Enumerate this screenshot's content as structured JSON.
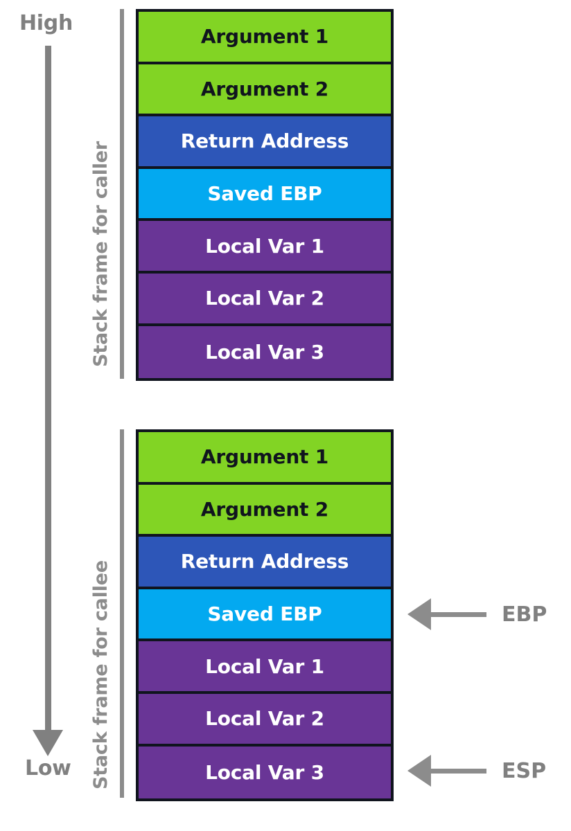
{
  "memory_axis": {
    "high_label": "High",
    "low_label": "Low",
    "direction": "downward",
    "arrow_icon": "down-arrow-icon",
    "color": "#808080"
  },
  "frames": [
    {
      "id": "caller",
      "title": "Stack frame for caller",
      "slots": [
        {
          "label": "Argument 1",
          "color": "#82D424",
          "kind": "argument"
        },
        {
          "label": "Argument 2",
          "color": "#82D424",
          "kind": "argument"
        },
        {
          "label": "Return Address",
          "color": "#2D56B8",
          "kind": "return-address"
        },
        {
          "label": "Saved EBP",
          "color": "#03A9F0",
          "kind": "saved-ebp"
        },
        {
          "label": "Local Var 1",
          "color": "#693596",
          "kind": "local"
        },
        {
          "label": "Local Var 2",
          "color": "#693596",
          "kind": "local"
        },
        {
          "label": "Local Var 3",
          "color": "#693596",
          "kind": "local"
        }
      ]
    },
    {
      "id": "callee",
      "title": "Stack frame for callee",
      "slots": [
        {
          "label": "Argument 1",
          "color": "#82D424",
          "kind": "argument"
        },
        {
          "label": "Argument 2",
          "color": "#82D424",
          "kind": "argument"
        },
        {
          "label": "Return Address",
          "color": "#2D56B8",
          "kind": "return-address"
        },
        {
          "label": "Saved EBP",
          "color": "#03A9F0",
          "kind": "saved-ebp"
        },
        {
          "label": "Local Var 1",
          "color": "#693596",
          "kind": "local"
        },
        {
          "label": "Local Var 2",
          "color": "#693596",
          "kind": "local"
        },
        {
          "label": "Local Var 3",
          "color": "#693596",
          "kind": "local"
        }
      ]
    }
  ],
  "pointers": [
    {
      "label": "EBP",
      "points_to": "Saved EBP",
      "frame": "callee",
      "color": "#808080"
    },
    {
      "label": "ESP",
      "points_to": "Local Var 3",
      "frame": "callee",
      "color": "#808080"
    }
  ],
  "palette": {
    "argument": "#82D424",
    "return_address": "#2D56B8",
    "saved_ebp": "#03A9F0",
    "local_var": "#693596",
    "border": "#10141e",
    "gray": "#8c8c8c",
    "background": "#ffffff"
  }
}
